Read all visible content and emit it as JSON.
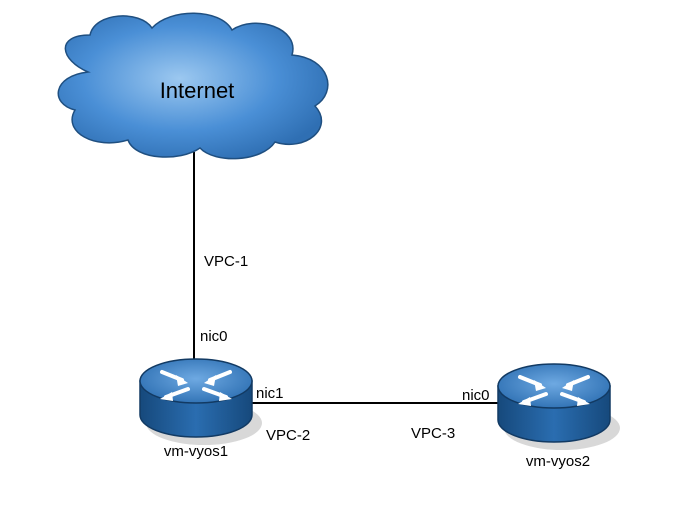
{
  "nodes": {
    "internet": {
      "label": "Internet",
      "icon": "cloud-icon"
    },
    "vm_vyos1": {
      "label": "vm-vyos1",
      "icon": "router-icon"
    },
    "vm_vyos2": {
      "label": "vm-vyos2",
      "icon": "router-icon"
    }
  },
  "links": {
    "internet_to_vyos1": {
      "network_label": "VPC-1",
      "interface_label": "nic0"
    },
    "vyos1_to_vyos2": {
      "vyos1_interface": "nic1",
      "vyos2_interface": "nic0",
      "network_label_left": "VPC-2",
      "network_label_right": "VPC-3"
    }
  },
  "colors": {
    "cloud_fill": "#4a8fd6",
    "cloud_stroke": "#1f4f80",
    "router_top": "#3c7fc5",
    "router_body": "#1f5f9e",
    "router_stroke": "#123a63",
    "link": "#000000",
    "shadow": "#c8c8c8"
  }
}
